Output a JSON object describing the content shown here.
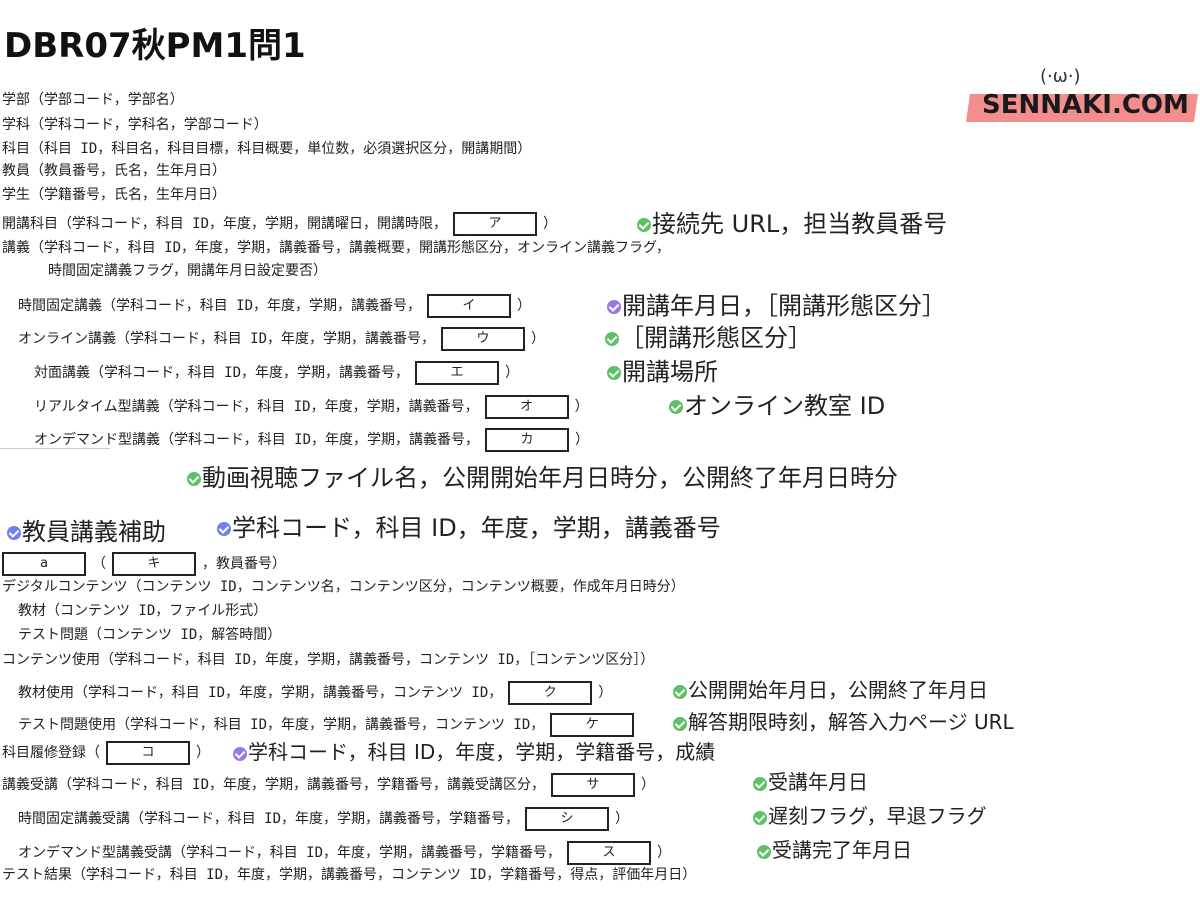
{
  "title": "DBR07秋PM1問1",
  "logo": {
    "text": "SENNAKI.COM",
    "face": "(·ω·)"
  },
  "lines": [
    {
      "id": "l1",
      "text": "学部（学部コード，学部名）"
    },
    {
      "id": "l2",
      "text": "学科（学科コード，学科名，学部コード）"
    },
    {
      "id": "l3",
      "text": "科目（科目 ID，科目名，科目目標，科目概要，単位数，必須選択区分，開講期間）"
    },
    {
      "id": "l4",
      "text": "教員（教員番号，氏名，生年月日）"
    },
    {
      "id": "l5",
      "text": "学生（学籍番号，氏名，生年月日）"
    },
    {
      "id": "l6a",
      "text": "開講科目（学科コード，科目 ID，年度，学期，開講曜日，開講時限，"
    },
    {
      "id": "l6b",
      "text": "）"
    },
    {
      "id": "l7",
      "text": "講義（学科コード，科目 ID，年度，学期，講義番号，講義概要，開講形態区分，オンライン講義フラグ，"
    },
    {
      "id": "l8",
      "text": "時間固定講義フラグ，開講年月日設定要否）"
    },
    {
      "id": "l9",
      "text": "時間固定講義（学科コード，科目 ID，年度，学期，講義番号，"
    },
    {
      "id": "l10",
      "text": "オンライン講義（学科コード，科目 ID，年度，学期，講義番号，"
    },
    {
      "id": "l11",
      "text": "対面講義（学科コード，科目 ID，年度，学期，講義番号，"
    },
    {
      "id": "l12",
      "text": "リアルタイム型講義（学科コード，科目 ID，年度，学期，講義番号，"
    },
    {
      "id": "l13",
      "text": "オンデマンド型講義（学科コード，科目 ID，年度，学期，講義番号，"
    },
    {
      "id": "l14",
      "text": "，教員番号）"
    },
    {
      "id": "l15",
      "text": "デジタルコンテンツ（コンテンツ ID，コンテンツ名，コンテンツ区分，コンテンツ概要，作成年月日時分）"
    },
    {
      "id": "l16",
      "text": "教材（コンテンツ ID，ファイル形式）"
    },
    {
      "id": "l17",
      "text": "テスト問題（コンテンツ ID，解答時間）"
    },
    {
      "id": "l18",
      "text": "コンテンツ使用（学科コード，科目 ID，年度，学期，講義番号，コンテンツ ID，［コンテンツ区分］）"
    },
    {
      "id": "l19",
      "text": "教材使用（学科コード，科目 ID，年度，学期，講義番号，コンテンツ ID，"
    },
    {
      "id": "l20",
      "text": "テスト問題使用（学科コード，科目 ID，年度，学期，講義番号，コンテンツ ID，"
    },
    {
      "id": "l21",
      "text": "科目履修登録（"
    },
    {
      "id": "l22",
      "text": "講義受講（学科コード，科目 ID，年度，学期，講義番号，学籍番号，講義受講区分，"
    },
    {
      "id": "l23",
      "text": "時間固定講義受講（学科コード，科目 ID，年度，学期，講義番号，学籍番号，"
    },
    {
      "id": "l24",
      "text": "オンデマンド型講義受講（学科コード，科目 ID，年度，学期，講義番号，学籍番号，"
    },
    {
      "id": "l25",
      "text": "テスト結果（学科コード，科目 ID，年度，学期，講義番号，コンテンツ ID，学籍番号，得点，評価年月日）"
    }
  ],
  "boxes": {
    "a": "ア",
    "i": "イ",
    "u": "ウ",
    "e": "エ",
    "o": "オ",
    "ka": "カ",
    "a_small": "a",
    "ki": "キ",
    "ku": "ク",
    "ke": "ケ",
    "ko": "コ",
    "sa": "サ",
    "shi": "シ",
    "su": "ス"
  },
  "handwritten": {
    "h1": "接続先 URL，担当教員番号",
    "h2": "開講年月日，［開講形態区分］",
    "h3": "［開講形態区分］",
    "h4": "開講場所",
    "h5": "オンライン教室 ID",
    "h6": "動画視聴ファイル名，公開開始年月日時分，公開終了年月日時分",
    "h7a": "教員講義補助",
    "h7b": "学科コード，科目 ID，年度，学期，講義番号",
    "h8": "公開開始年月日，公開終了年月日",
    "h9": "解答期限時刻，解答入力ページ URL",
    "h10": "学科コード，科目 ID，年度，学期，学籍番号，成績",
    "h11": "受講年月日",
    "h12": "遅刻フラグ，早退フラグ",
    "h13": "受講完了年月日"
  }
}
